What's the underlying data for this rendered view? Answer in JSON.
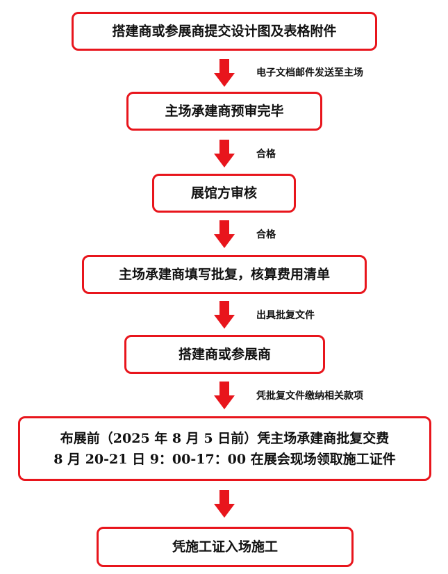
{
  "steps": [
    {
      "text": "搭建商或参展商提交设计图及表格附件"
    },
    {
      "text": "主场承建商预审完毕"
    },
    {
      "text": "展馆方审核"
    },
    {
      "text": "主场承建商填写批复，核算费用清单"
    },
    {
      "text": "搭建商或参展商"
    },
    {
      "line1": "布展前（2025 年 8 月 5 日前）凭主场承建商批复交费",
      "line2": "8 月 20-21 日 9：00-17：00 在展会现场领取施工证件"
    },
    {
      "text": "凭施工证入场施工"
    }
  ],
  "arrow_labels": [
    "电子文档邮件发送至主场",
    "合格",
    "合格",
    "出具批复文件",
    "凭批复文件缴纳相关款项",
    ""
  ],
  "colors": {
    "border": "#e8151c",
    "arrow": "#e8151c",
    "text": "#111111"
  }
}
